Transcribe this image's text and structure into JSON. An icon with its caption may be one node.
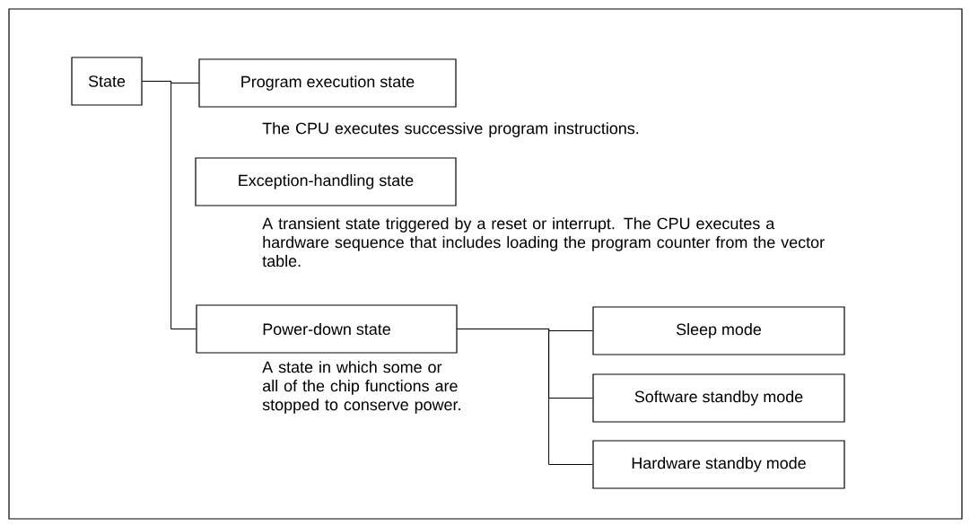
{
  "diagram": {
    "nodes": [
      {
        "text": [
          "State"
        ]
      },
      {
        "text": [
          "Program execution state"
        ],
        "beside": [
          "The CPU executes successive program instructions."
        ]
      },
      {
        "text": [
          "Exception-handling state"
        ],
        "beside": [
          "A transient state triggered by a reset or interrupt. The CPU executes a hardware sequence that includes loading the program counter from the vector table."
        ]
      },
      {
        "text": [
          "Power-down state"
        ],
        "beside": [
          "A state in which some or all of the chip functions are stopped to conserve power."
        ]
      },
      {
        "text": [
          "Sleep mode"
        ]
      },
      {
        "text": [
          "Software standby mode"
        ]
      },
      {
        "text": [
          "Hardware standby mode"
        ]
      }
    ],
    "edges": [
      {
        "from": 0,
        "to": 1,
        "arrow": "none"
      },
      {
        "from": 0,
        "to": 3,
        "arrow": "none"
      },
      {
        "from": 3,
        "to": 4,
        "arrow": "none"
      },
      {
        "from": 3,
        "to": 5,
        "arrow": "none"
      },
      {
        "from": 3,
        "to": 6,
        "arrow": "none"
      }
    ]
  }
}
